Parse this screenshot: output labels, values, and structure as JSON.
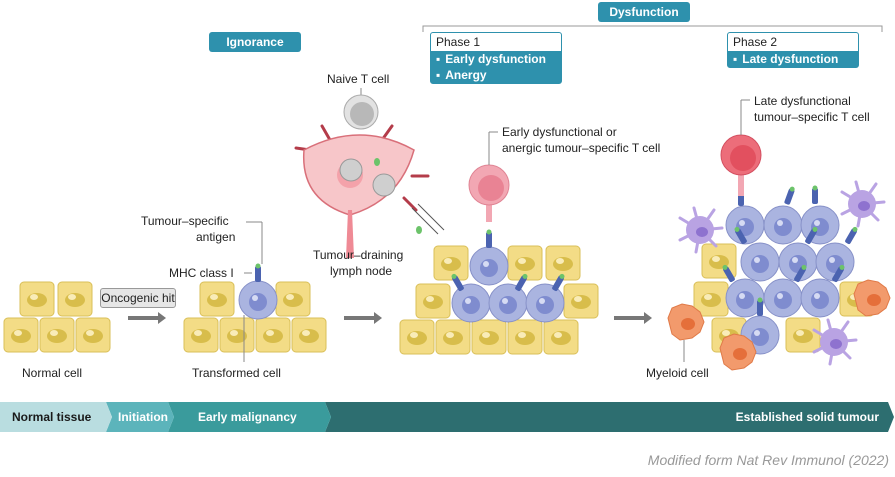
{
  "badges": {
    "ignorance": "Ignorance",
    "dysfunction": "Dysfunction"
  },
  "phases": [
    {
      "title": "Phase 1",
      "items": [
        "Early dysfunction",
        "Anergy"
      ]
    },
    {
      "title": "Phase 2",
      "items": [
        "Late dysfunction"
      ]
    }
  ],
  "labels": {
    "naive_t_cell": "Naive T cell",
    "tumour_draining_1": "Tumour–draining",
    "tumour_draining_2": "lymph node",
    "tumour_specific_1": "Tumour–specific",
    "tumour_specific_2": "antigen",
    "mhc_class_1": "MHC class I",
    "oncogenic_hit": "Oncogenic hit",
    "normal_cell": "Normal cell",
    "transformed_cell": "Transformed cell",
    "early_dys_1": "Early dysfunctional or",
    "early_dys_2": "anergic tumour–specific T cell",
    "late_dys_1": "Late dysfunctional",
    "late_dys_2": "tumour–specific T cell",
    "myeloid_cell": "Myeloid cell"
  },
  "timeline": {
    "stages": [
      "Normal tissue",
      "Initiation",
      "Early malignancy",
      "Established solid tumour"
    ],
    "colors": [
      "#b9dde0",
      "#5cb4bb",
      "#3a9b9c",
      "#2d6e70"
    ]
  },
  "credit": "Modified form Nat Rev Immunol (2022)",
  "colors": {
    "accent": "#2e91ad",
    "epithelial": "#f3dc86",
    "tumour_cell": "#aab4e0",
    "t_cell_early": "#f2a7b3",
    "t_cell_late": "#ec6d7a",
    "naive_t_cell": "#c9c9c9",
    "myeloid": "#f29a6c",
    "dendritic": "#b9a3e3"
  }
}
